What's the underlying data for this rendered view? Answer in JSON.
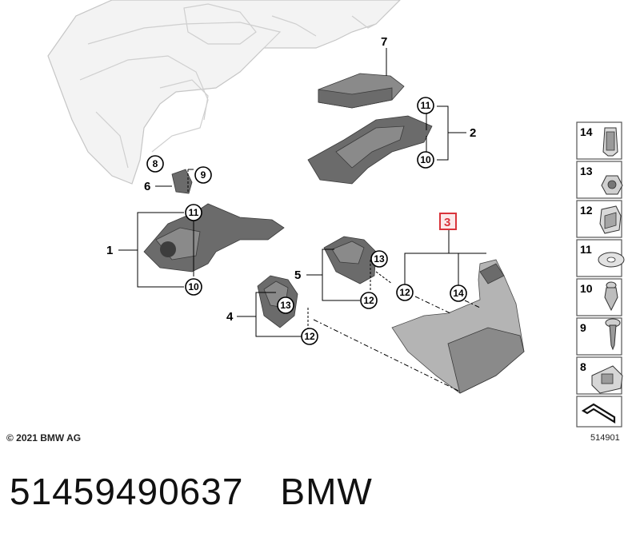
{
  "callouts": {
    "main_labels": [
      "7",
      "2",
      "6",
      "1",
      "5",
      "4"
    ],
    "highlighted_label": "3",
    "circled": [
      "8",
      "9",
      "11",
      "10",
      "11",
      "10",
      "13",
      "12",
      "13",
      "12",
      "12",
      "14"
    ]
  },
  "legend": {
    "items": [
      {
        "number": "14",
        "icon": "spring-clip-icon"
      },
      {
        "number": "13",
        "icon": "hex-nut-icon"
      },
      {
        "number": "12",
        "icon": "clip-nut-icon"
      },
      {
        "number": "11",
        "icon": "washer-icon"
      },
      {
        "number": "10",
        "icon": "expanding-rivet-icon"
      },
      {
        "number": "9",
        "icon": "screw-icon"
      },
      {
        "number": "8",
        "icon": "sheet-nut-icon"
      }
    ]
  },
  "copyright": "© 2021 BMW AG",
  "diagram_id": "514901",
  "part_number": "51459490637",
  "brand": "BMW",
  "colors": {
    "highlight": "#d9343b",
    "part": "#7a7a7a",
    "ghost": "#c8c8c8"
  }
}
